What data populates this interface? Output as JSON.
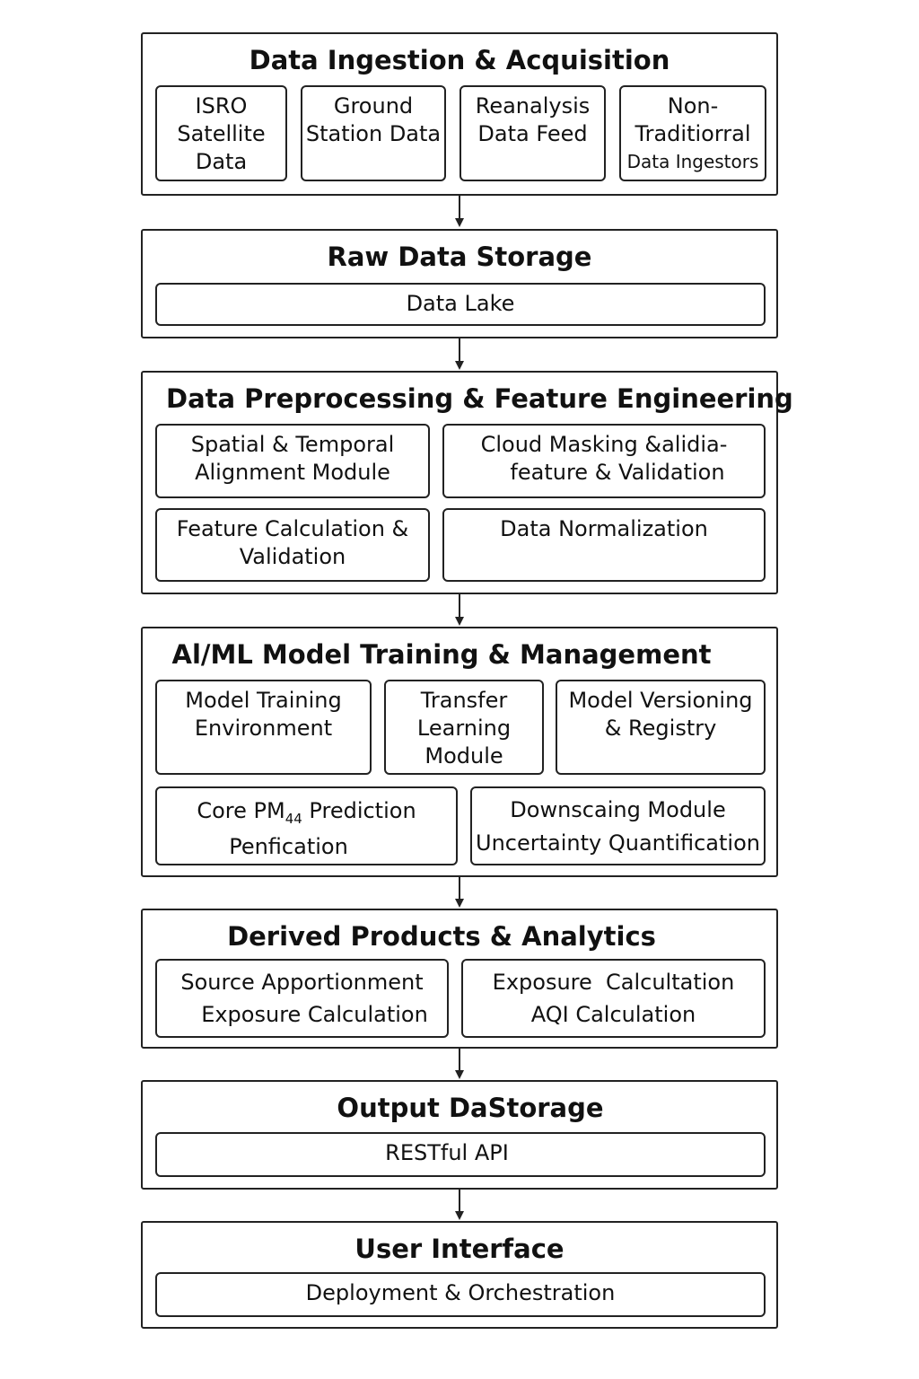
{
  "stages": {
    "ingestion": {
      "title": "Data Ingestion & Acquisition",
      "modules": {
        "isro": [
          "ISRO",
          "Satellite",
          "Data"
        ],
        "ground": [
          "Ground",
          "Station Data"
        ],
        "reanalysis": [
          "Reanalysis",
          "Data Feed"
        ],
        "nontraditional": [
          "Non-",
          "Traditiorral",
          "Data Ingestors"
        ]
      }
    },
    "storage": {
      "title": "Raw Data Storage",
      "modules": {
        "lake": "Data Lake"
      }
    },
    "preprocessing": {
      "title": "Data Preprocessing & Feature Engineering",
      "modules": {
        "alignment": [
          "Spatial & Temporal",
          "Alignment Module"
        ],
        "cloud": [
          "Cloud Masking &alidia-",
          "feature & Validation"
        ],
        "feature": [
          "Feature Calculation &",
          "Validation"
        ],
        "normalization": "Data Normalization"
      }
    },
    "ml": {
      "title": "Al/ML Model Training & Management",
      "modules": {
        "training": [
          "Model Training",
          "Environment"
        ],
        "transfer": [
          "Transfer",
          "Learning",
          "Module"
        ],
        "versioning": [
          "Model Versioning",
          "& Registry"
        ],
        "core_prefix": "Core PM",
        "core_sub": "44",
        "core_suffix": " Prediction",
        "core_line2": "Penfication",
        "downscaling": [
          "Downscaing Module",
          "Uncertainty Quantification"
        ]
      }
    },
    "derived": {
      "title": "Derived Products & Analytics",
      "modules": {
        "source": [
          "Source Apportionment",
          "Exposure Calculation"
        ],
        "exposure": [
          "Exposure  Calcultation",
          "AQI Calculation"
        ]
      }
    },
    "output": {
      "title": "Output DaStorage",
      "modules": {
        "api": "RESTful API"
      }
    },
    "ui": {
      "title": "User Interface",
      "modules": {
        "deploy": "Deployment & Orchestration"
      }
    }
  }
}
